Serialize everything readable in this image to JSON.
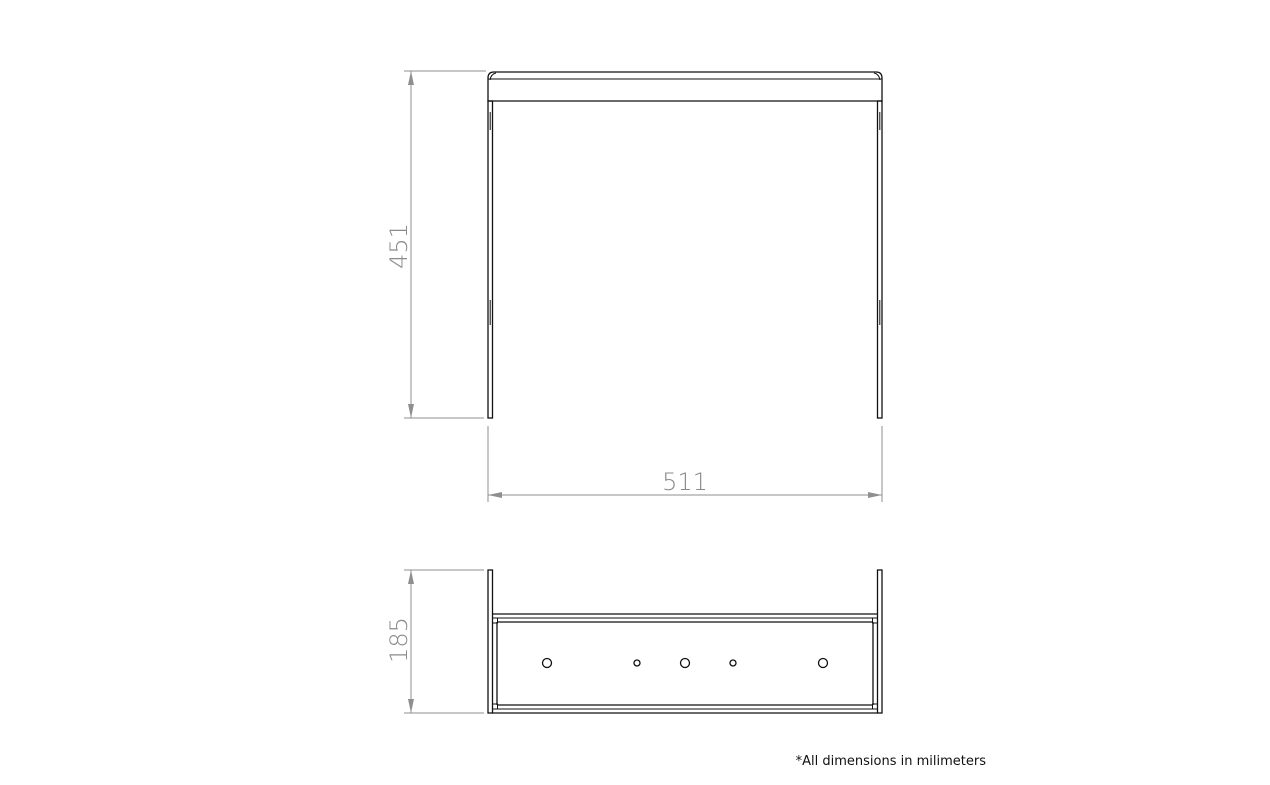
{
  "front_view": {
    "height_dimension": "451",
    "width_dimension": "511"
  },
  "top_view": {
    "depth_dimension": "185"
  },
  "note": "*All dimensions in milimeters"
}
